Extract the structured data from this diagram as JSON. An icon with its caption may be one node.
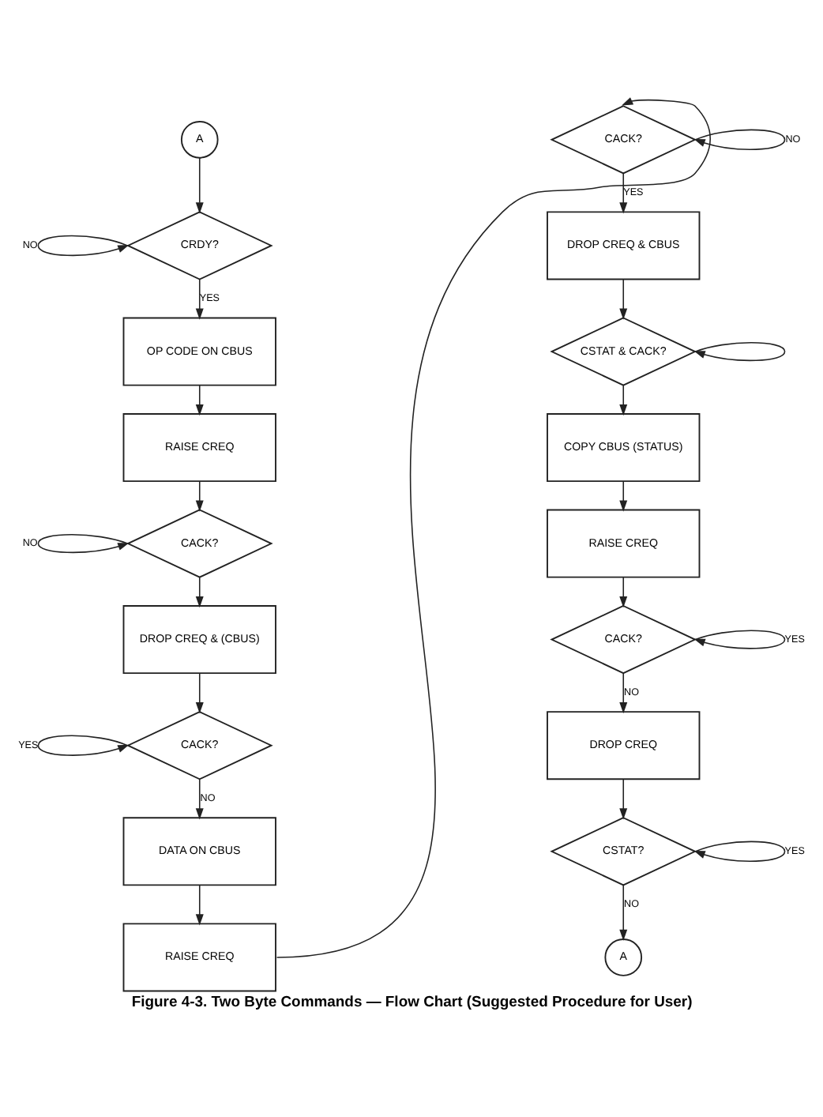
{
  "diagram": {
    "caption": "Figure 4-3. Two Byte Commands — Flow Chart (Suggested Procedure for User)",
    "nodes": [
      {
        "text": [
          "A"
        ]
      },
      {
        "text": [
          "CRDY?"
        ]
      },
      {
        "text": [
          "OP CODE ON CBUS"
        ]
      },
      {
        "text": [
          "RAISE CREQ"
        ]
      },
      {
        "text": [
          "CACK?"
        ]
      },
      {
        "text": [
          "DROP CREQ & (CBUS)"
        ]
      },
      {
        "text": [
          "CACK?"
        ]
      },
      {
        "text": [
          "DATA ON CBUS"
        ]
      },
      {
        "text": [
          "RAISE CREQ"
        ]
      },
      {
        "text": [
          "CACK?"
        ]
      },
      {
        "text": [
          "DROP CREQ & CBUS"
        ]
      },
      {
        "text": [
          "CSTAT & CACK?"
        ]
      },
      {
        "text": [
          "COPY CBUS (STATUS)"
        ]
      },
      {
        "text": [
          "RAISE CREQ"
        ]
      },
      {
        "text": [
          "CACK?"
        ]
      },
      {
        "text": [
          "DROP CREQ"
        ]
      },
      {
        "text": [
          "CSTAT?"
        ]
      },
      {
        "text": [
          "A"
        ]
      }
    ],
    "edges": [
      {
        "from": 0,
        "to": 1,
        "arrow": "to"
      },
      {
        "from": 1,
        "to": 1,
        "arrow": "to",
        "label": "NO"
      },
      {
        "from": 1,
        "to": 2,
        "arrow": "to",
        "label": "YES"
      },
      {
        "from": 2,
        "to": 3,
        "arrow": "to"
      },
      {
        "from": 3,
        "to": 4,
        "arrow": "to"
      },
      {
        "from": 4,
        "to": 4,
        "arrow": "to",
        "label": "NO"
      },
      {
        "from": 4,
        "to": 5,
        "arrow": "to"
      },
      {
        "from": 5,
        "to": 6,
        "arrow": "to"
      },
      {
        "from": 6,
        "to": 6,
        "arrow": "to",
        "label": "YES"
      },
      {
        "from": 6,
        "to": 7,
        "arrow": "to",
        "label": "NO"
      },
      {
        "from": 7,
        "to": 8,
        "arrow": "to"
      },
      {
        "from": 8,
        "to": 9,
        "arrow": "to"
      },
      {
        "from": 9,
        "to": 9,
        "arrow": "to",
        "label": "NO"
      },
      {
        "from": 9,
        "to": 10,
        "arrow": "to",
        "label": "YES"
      },
      {
        "from": 10,
        "to": 11,
        "arrow": "to"
      },
      {
        "from": 11,
        "to": 11,
        "arrow": "to"
      },
      {
        "from": 11,
        "to": 12,
        "arrow": "to"
      },
      {
        "from": 12,
        "to": 13,
        "arrow": "to"
      },
      {
        "from": 13,
        "to": 14,
        "arrow": "to"
      },
      {
        "from": 14,
        "to": 14,
        "arrow": "to",
        "label": "YES"
      },
      {
        "from": 14,
        "to": 15,
        "arrow": "to",
        "label": "NO"
      },
      {
        "from": 15,
        "to": 16,
        "arrow": "to"
      },
      {
        "from": 16,
        "to": 16,
        "arrow": "to",
        "label": "YES"
      },
      {
        "from": 16,
        "to": 17,
        "arrow": "to",
        "label": "NO"
      }
    ]
  }
}
